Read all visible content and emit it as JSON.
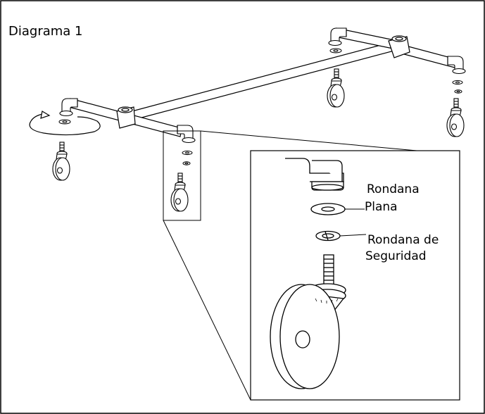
{
  "diagram": {
    "title": "Diagrama 1",
    "callouts": {
      "flat_washer_line1": "Rondana",
      "flat_washer_line2": "Plana",
      "lock_washer_line1": "Rondana de",
      "lock_washer_line2": "Seguridad"
    },
    "icons": [
      "rotation-arrow-icon",
      "caster-wheel-icon",
      "pipe-elbow-icon",
      "pipe-cross-icon",
      "flat-washer-icon",
      "lock-washer-icon"
    ],
    "colors": {
      "line": "#000000",
      "background": "#ffffff"
    }
  }
}
